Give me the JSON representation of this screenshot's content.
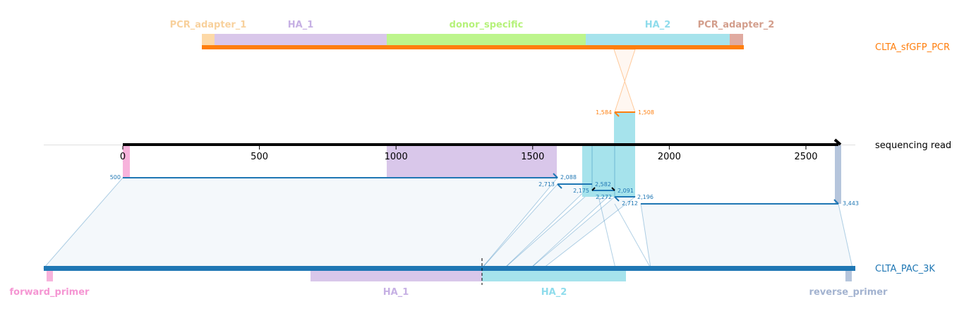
{
  "colors": {
    "target": "#ff7f0e",
    "read": "#000000",
    "genome": "#1f77b4",
    "pcr_adapter_1": "#fdd9a7",
    "ha_1": "#d9c7ea",
    "donor_specific": "#bdf58c",
    "ha_2": "#a6e3ec",
    "pcr_adapter_2": "#e0aaa0",
    "forward_primer": "#f7b3dc",
    "reverse_primer": "#b5c5dc"
  },
  "label_colors": {
    "pcr_adapter_1": "#f8d19d",
    "ha_1": "#c6b0e4",
    "donor_specific": "#b6f27a",
    "ha_2": "#8fdcec",
    "pcr_adapter_2": "#d39e8c",
    "forward_primer": "#f596d3",
    "reverse_primer": "#a3b3d0"
  },
  "targets": {
    "donor": "CLTA_sfGFP_PCR",
    "read": "sequencing read",
    "genome": "CLTA_PAC_3K"
  },
  "donor_features": {
    "pcr_adapter_1": "PCR_adapter_1",
    "ha_1": "HA_1",
    "donor_specific": "donor_specific",
    "ha_2": "HA_2",
    "pcr_adapter_2": "PCR_adapter_2"
  },
  "genome_features": {
    "forward_primer": "forward_primer",
    "ha_1": "HA_1",
    "ha_2": "HA_2",
    "reverse_primer": "reverse_primer"
  },
  "read_axis": {
    "ticks": [
      "0",
      "500",
      "1000",
      "1500",
      "2000",
      "2500"
    ]
  },
  "coordinates": {
    "donor_start": "1,584",
    "donor_end": "1,508",
    "genome_read_start": "500",
    "a1_end": "2,088",
    "a2_start": "2,713",
    "a2_end": "2,582",
    "a3_start": "2,175",
    "a3_end": "2,091",
    "a4_start": "2,272",
    "a4_end": "2,196",
    "a5_start": "2,712",
    "genome_read_end": "3,443"
  }
}
